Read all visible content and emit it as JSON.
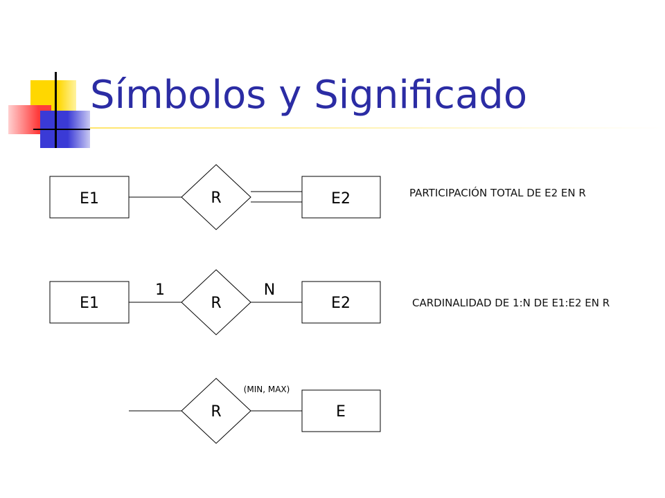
{
  "slide": {
    "title": "Símbolos y Significado",
    "title_color": "#2b2ca4",
    "accent": {
      "yellow": "#ffd700",
      "red": "#ff3b3b",
      "blue": "#3a3ad6",
      "ruler": "#ffe56b"
    }
  },
  "diagram": {
    "row1": {
      "left_entity": "E1",
      "relationship": "R",
      "right_entity": "E2",
      "caption": "PARTICIPACIÓN TOTAL DE E2 EN R"
    },
    "row2": {
      "left_entity": "E1",
      "relationship": "R",
      "right_entity": "E2",
      "left_cardinality": "1",
      "right_cardinality": "N",
      "caption": "CARDINALIDAD DE 1:N DE E1:E2 EN R"
    },
    "row3": {
      "relationship": "R",
      "entity": "E",
      "constraint": "(MIN, MAX)"
    }
  }
}
